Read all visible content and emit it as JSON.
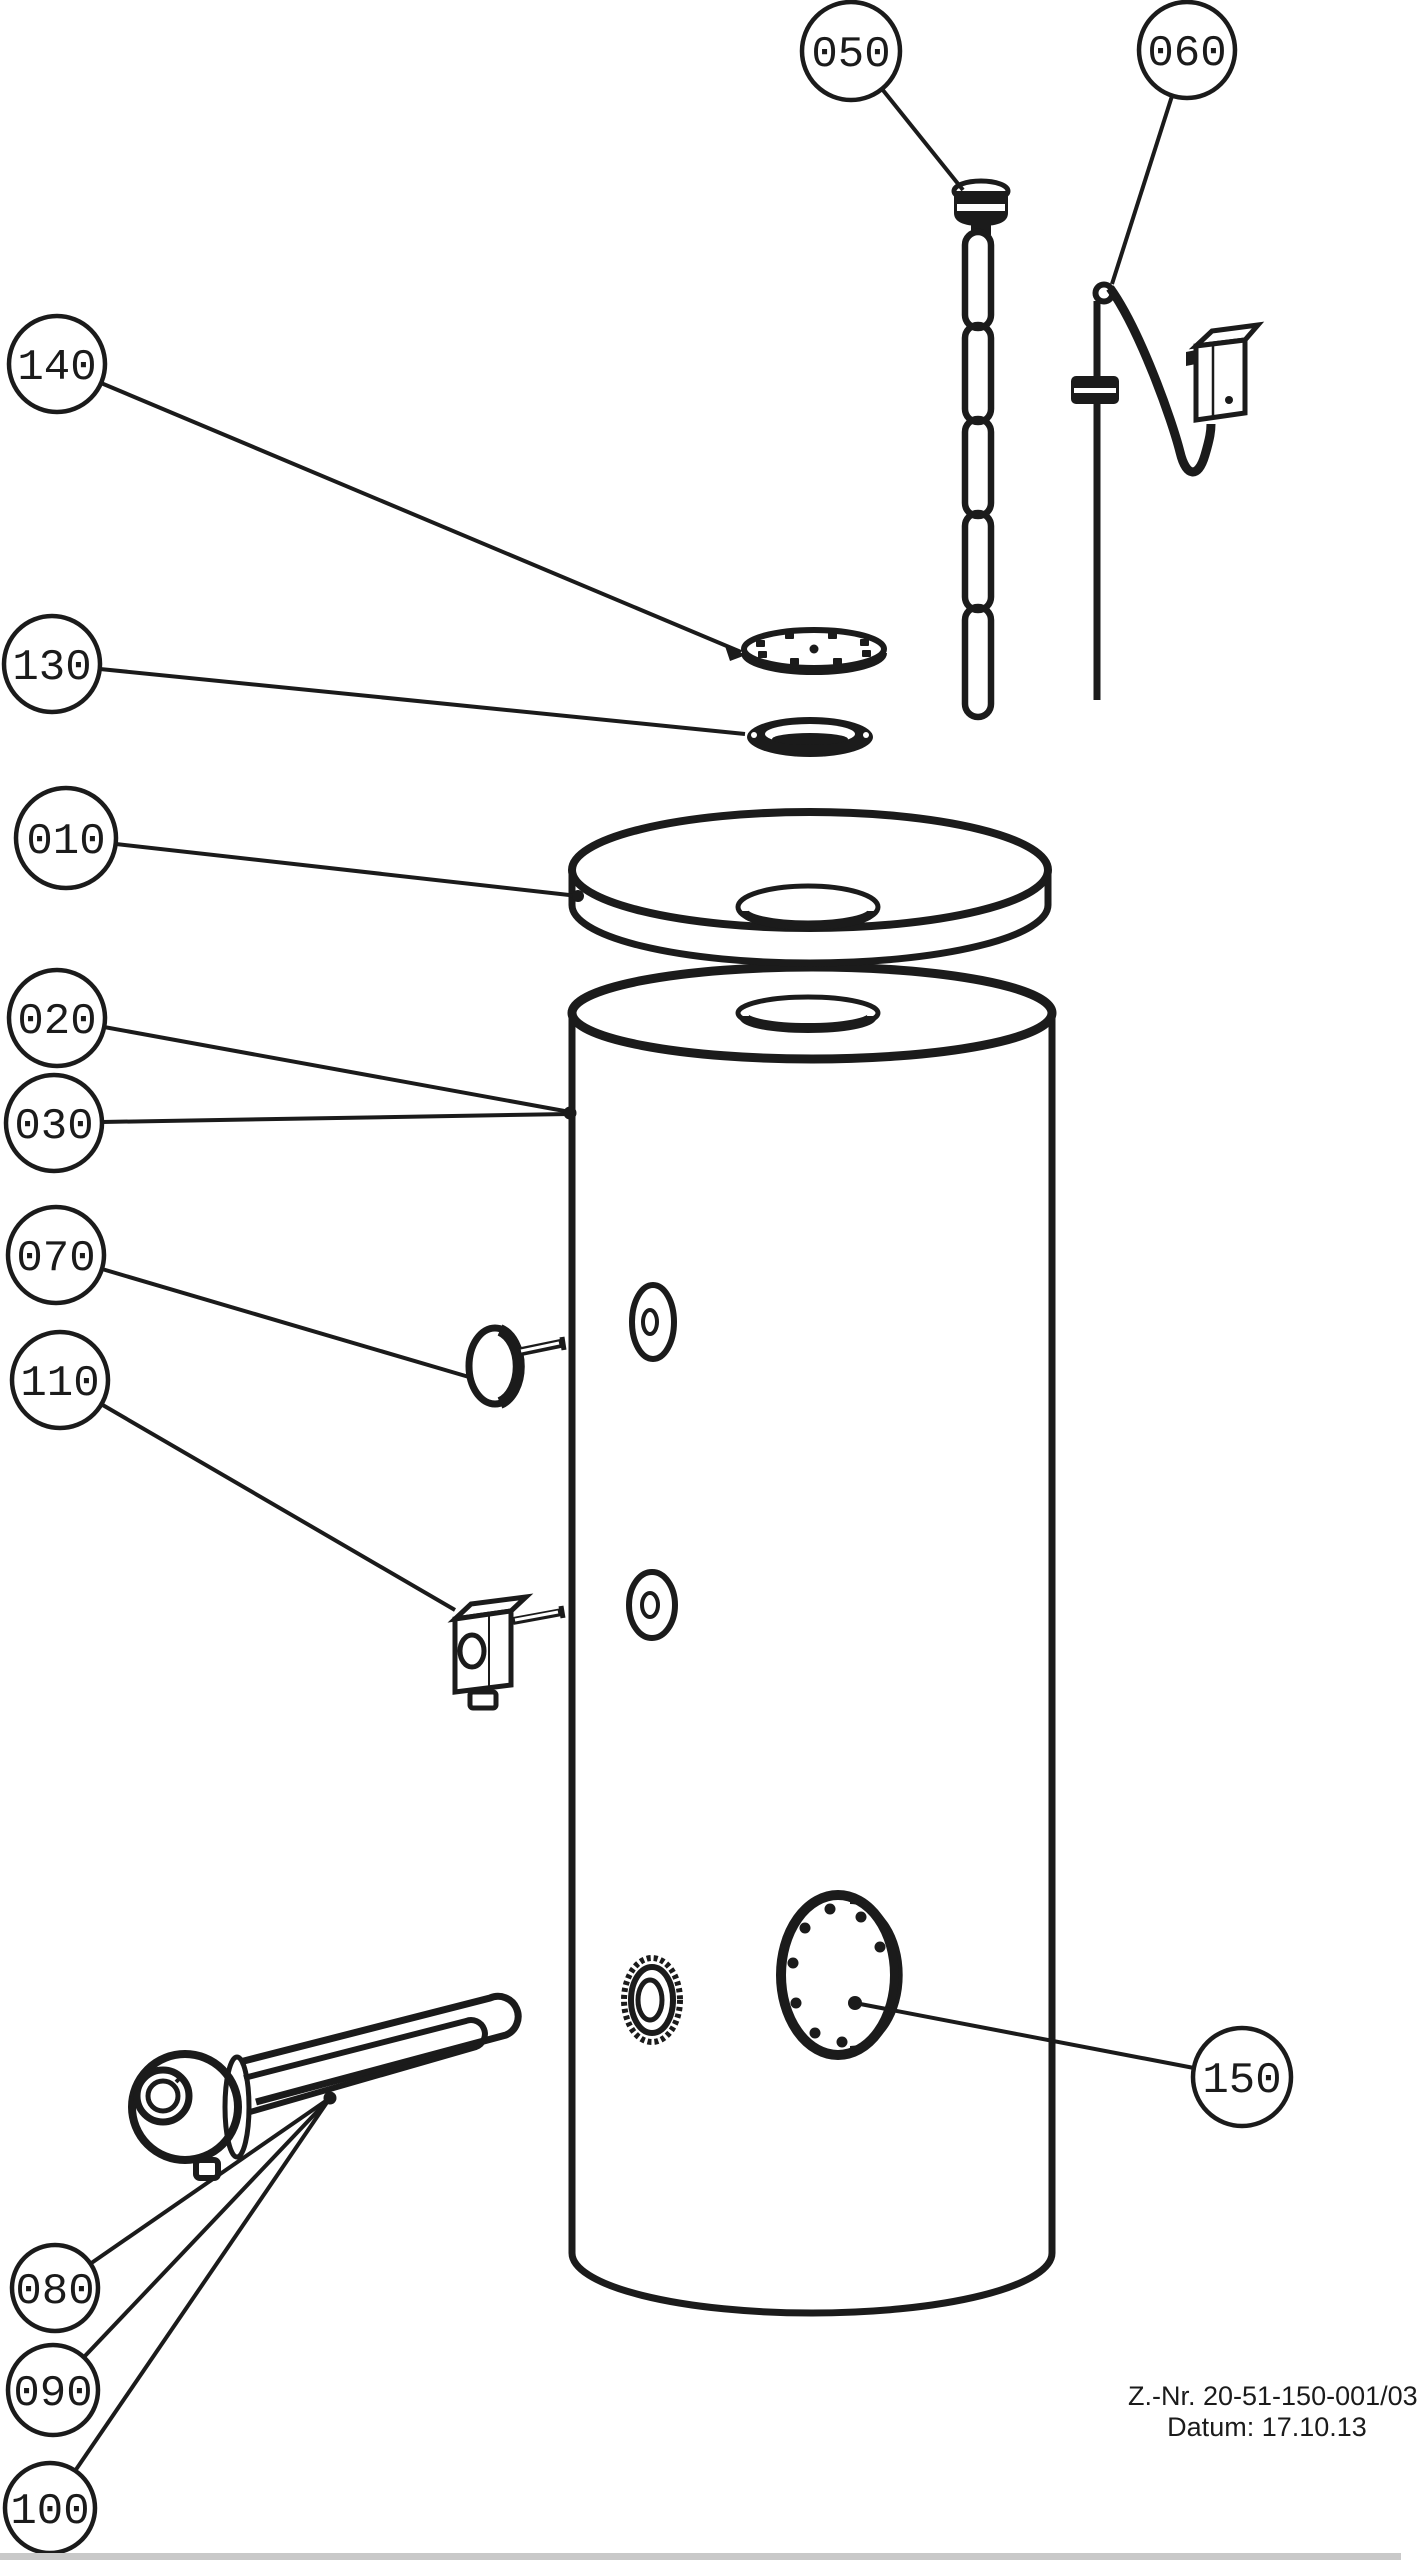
{
  "colors": {
    "ink": "#1b1b1b",
    "background": "#ffffff"
  },
  "callouts": [
    {
      "id": "050",
      "label": "050"
    },
    {
      "id": "060",
      "label": "060"
    },
    {
      "id": "140",
      "label": "140"
    },
    {
      "id": "130",
      "label": "130"
    },
    {
      "id": "010",
      "label": "010"
    },
    {
      "id": "020",
      "label": "020"
    },
    {
      "id": "030",
      "label": "030"
    },
    {
      "id": "070",
      "label": "070"
    },
    {
      "id": "110",
      "label": "110"
    },
    {
      "id": "080",
      "label": "080"
    },
    {
      "id": "090",
      "label": "090"
    },
    {
      "id": "100",
      "label": "100"
    },
    {
      "id": "150",
      "label": "150"
    }
  ],
  "footer": {
    "drawing_number": "Z.-Nr. 20-51-150-001/03",
    "date": "Datum: 17.10.13"
  }
}
